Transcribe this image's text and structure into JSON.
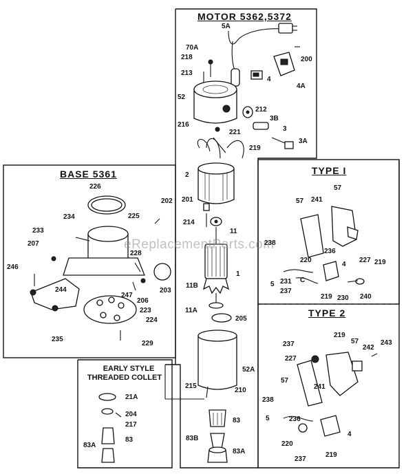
{
  "titles": {
    "motor": "MOTOR  5362,5372",
    "base": "BASE  5361",
    "type1": "TYPE  I",
    "type2": "TYPE  2",
    "early_line1": "EARLY STYLE",
    "early_line2": "THREADED COLLET"
  },
  "watermark": "eReplacementParts.com",
  "labels": {
    "motor": [
      "5A",
      "70A",
      "218",
      "200",
      "213",
      "4",
      "4A",
      "52",
      "212",
      "3B",
      "216",
      "221",
      "3",
      "219",
      "3A",
      "2",
      "201",
      "214",
      "11",
      "1",
      "11B",
      "11A",
      "205",
      "52A",
      "215",
      "210",
      "83",
      "83B",
      "83A"
    ],
    "base": [
      "226",
      "225",
      "202",
      "234",
      "233",
      "207",
      "228",
      "246",
      "244",
      "247",
      "203",
      "206",
      "223",
      "224",
      "235",
      "229"
    ],
    "type1": [
      "57",
      "241",
      "57",
      "238",
      "220",
      "236",
      "227",
      "219",
      "4",
      "5",
      "231",
      "C",
      "237",
      "219",
      "230",
      "240"
    ],
    "type2": [
      "219",
      "237",
      "57",
      "227",
      "242",
      "243",
      "57",
      "241",
      "238",
      "5",
      "236",
      "4",
      "220",
      "237",
      "219"
    ],
    "early": [
      "21A",
      "204",
      "217",
      "83",
      "83A"
    ]
  }
}
